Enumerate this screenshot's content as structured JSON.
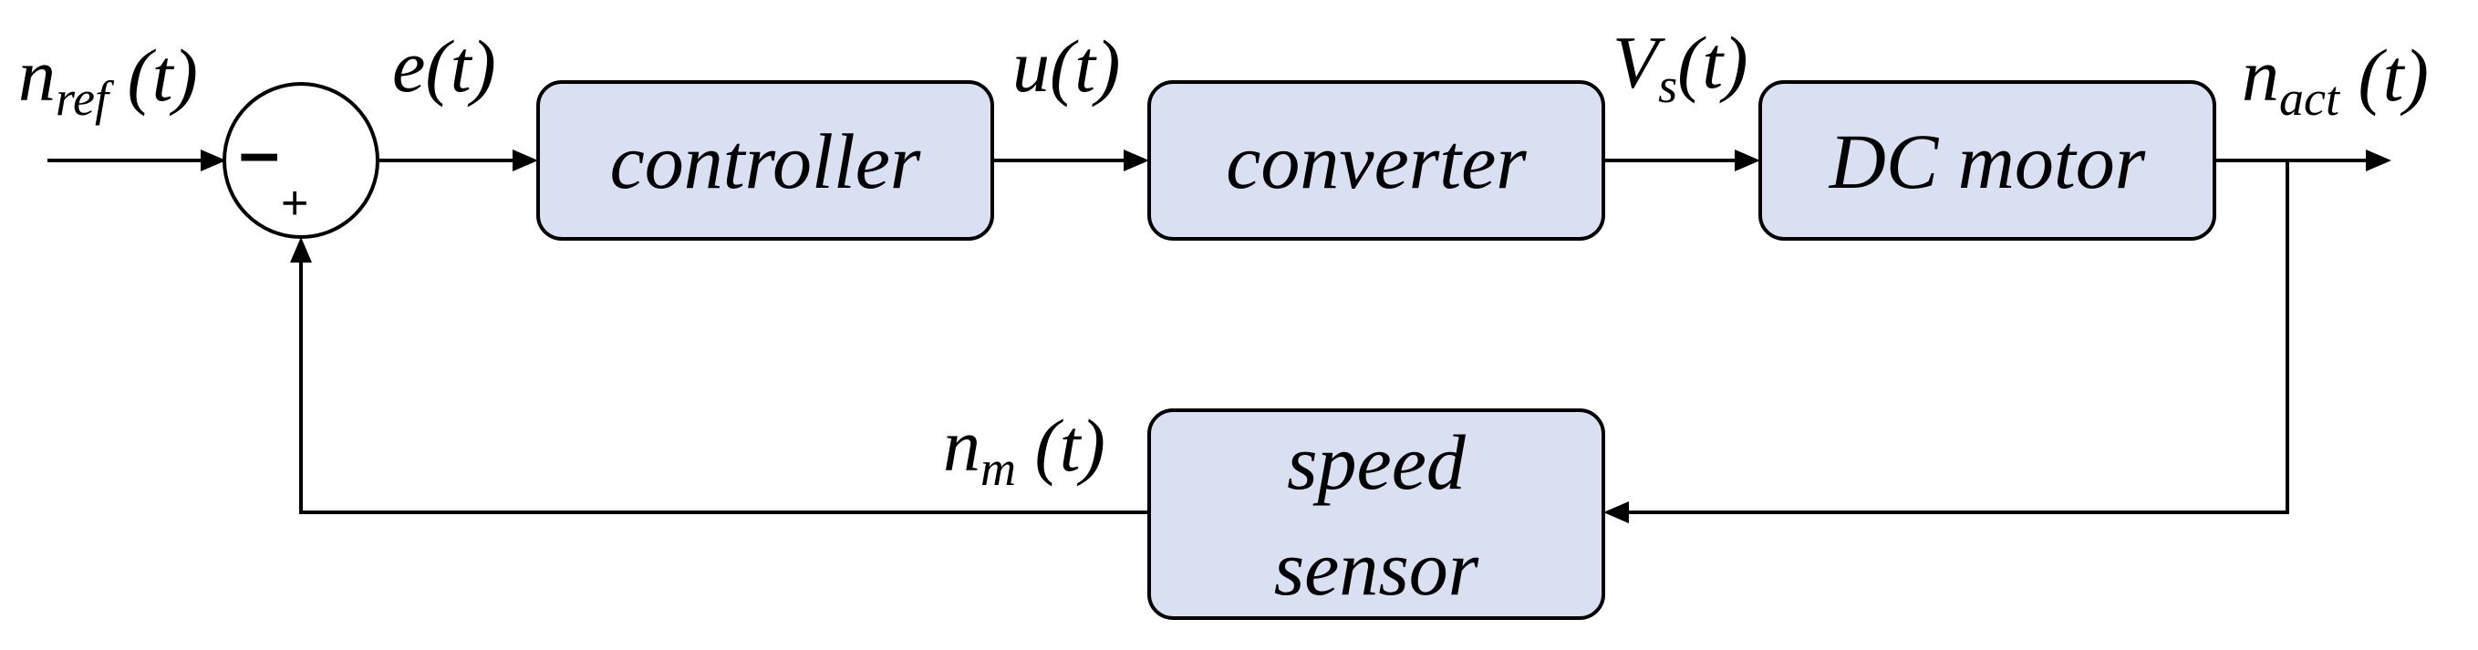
{
  "diagram": {
    "blocks": {
      "controller": "controller",
      "converter": "converter",
      "dc_motor": "DC motor",
      "sensor_line1": "speed",
      "sensor_line2": "sensor"
    },
    "summing_junction": {
      "minus": "–",
      "plus": "+"
    },
    "signals": {
      "n_ref": {
        "base": "n",
        "sub": "ref",
        "arg": " (t)"
      },
      "e": {
        "text": "e(t)"
      },
      "u": {
        "text": "u(t)"
      },
      "v_s": {
        "base": "V",
        "sub": "s",
        "arg": "(t)"
      },
      "n_act": {
        "base": "n",
        "sub": "act",
        "arg": " (t)"
      },
      "n_m": {
        "base": "n",
        "sub": "m",
        "arg": " (t)"
      }
    },
    "colors": {
      "block_fill": "#d9e0f2",
      "line": "#000000"
    }
  }
}
